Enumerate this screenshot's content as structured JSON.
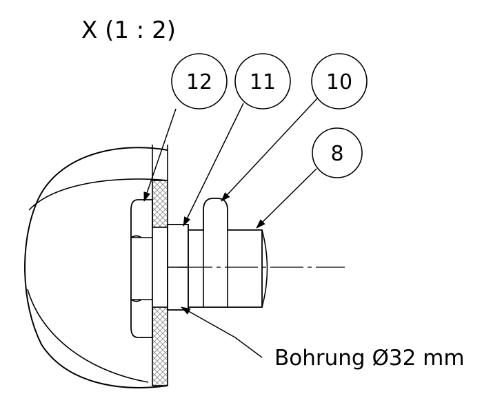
{
  "view_label": "X (1 : 2)",
  "balloons": [
    {
      "id": "12",
      "text": "12"
    },
    {
      "id": "11",
      "text": "11"
    },
    {
      "id": "10",
      "text": "10"
    },
    {
      "id": "8",
      "text": "8"
    }
  ],
  "callout": {
    "text": "Bohrung Ø32 mm"
  },
  "colors": {
    "line": "#000000",
    "background": "#ffffff"
  }
}
